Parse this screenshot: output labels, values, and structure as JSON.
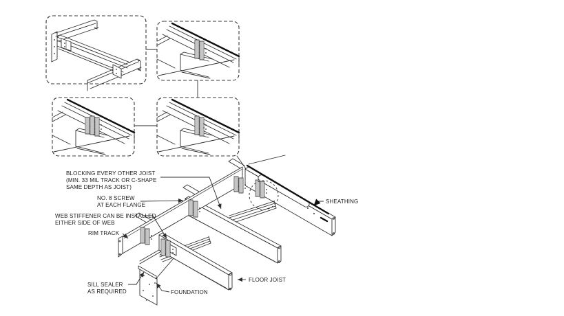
{
  "figure": {
    "type": "construction-detail-diagram",
    "subject": "cold-formed steel floor framing: blocking and web stiffeners at rim track and foundation",
    "colors": {
      "line": "#2e2e2e",
      "heavy_edge": "#101010",
      "label_text": "#1a1a1a",
      "background": "#ffffff"
    }
  },
  "labels": {
    "blocking": [
      "BLOCKING EVERY OTHER JOIST",
      "(MIN. 33 MIL TRACK OR C-SHAPE",
      "SAME DEPTH AS JOIST)"
    ],
    "screw": [
      "NO. 8 SCREW",
      "AT EACH FLANGE"
    ],
    "web_stiffener": [
      "WEB STIFFENER CAN BE INSTALLED",
      "EITHER SIDE OF WEB"
    ],
    "rim_track": "RIM TRACK",
    "sill_sealer": [
      "SILL SEALER",
      "AS REQUIRED"
    ],
    "foundation": "FOUNDATION",
    "floor_joist": "FLOOR JOIST",
    "sheathing": "SHEATHING"
  },
  "insets": {
    "count": 4,
    "description": "dashed rounded boxes with enlarged joist/track web-stiffener connection details"
  }
}
